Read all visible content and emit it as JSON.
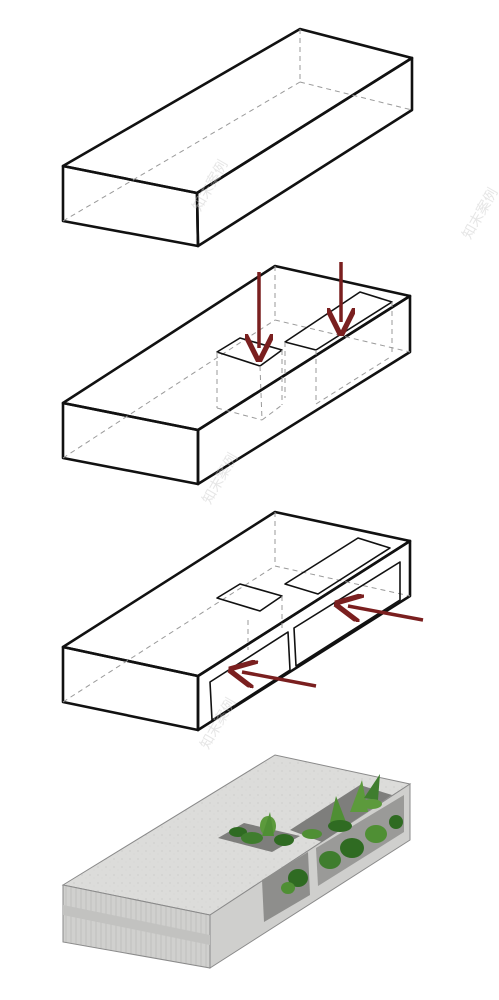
{
  "diagram": {
    "type": "exploded axonometric massing sequence",
    "steps": [
      {
        "name": "solid-block"
      },
      {
        "name": "courtyard-subtraction",
        "arrow_direction": "down"
      },
      {
        "name": "lateral-void-carving",
        "arrow_direction": "left"
      },
      {
        "name": "planted-final-massing"
      }
    ]
  },
  "watermark": {
    "text": "知末案例"
  },
  "colors": {
    "line": "#111111",
    "hidden_line": "#9a9a9a",
    "arrow": "#7a1f1f",
    "concrete": "#d9d9d7",
    "foliage": "#3f7d2e"
  }
}
